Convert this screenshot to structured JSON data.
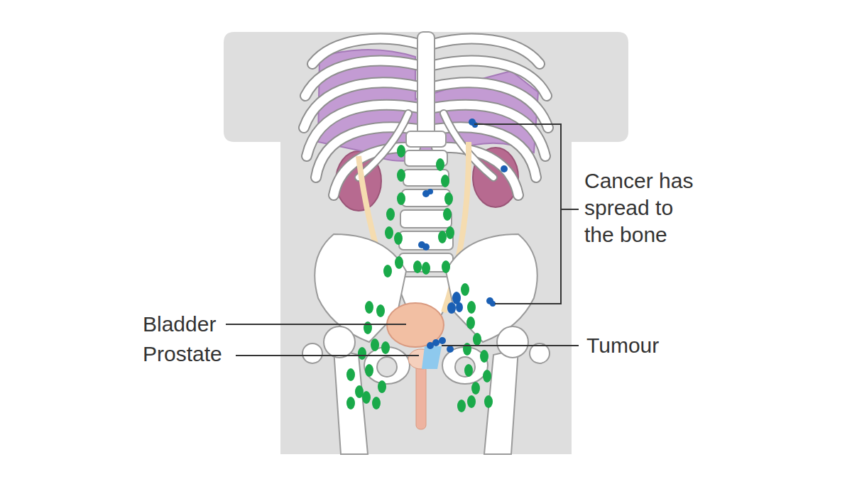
{
  "diagram": {
    "labels": [
      "Cancer has spread to the bone",
      "Bladder",
      "Prostate",
      "Tumour"
    ]
  }
}
